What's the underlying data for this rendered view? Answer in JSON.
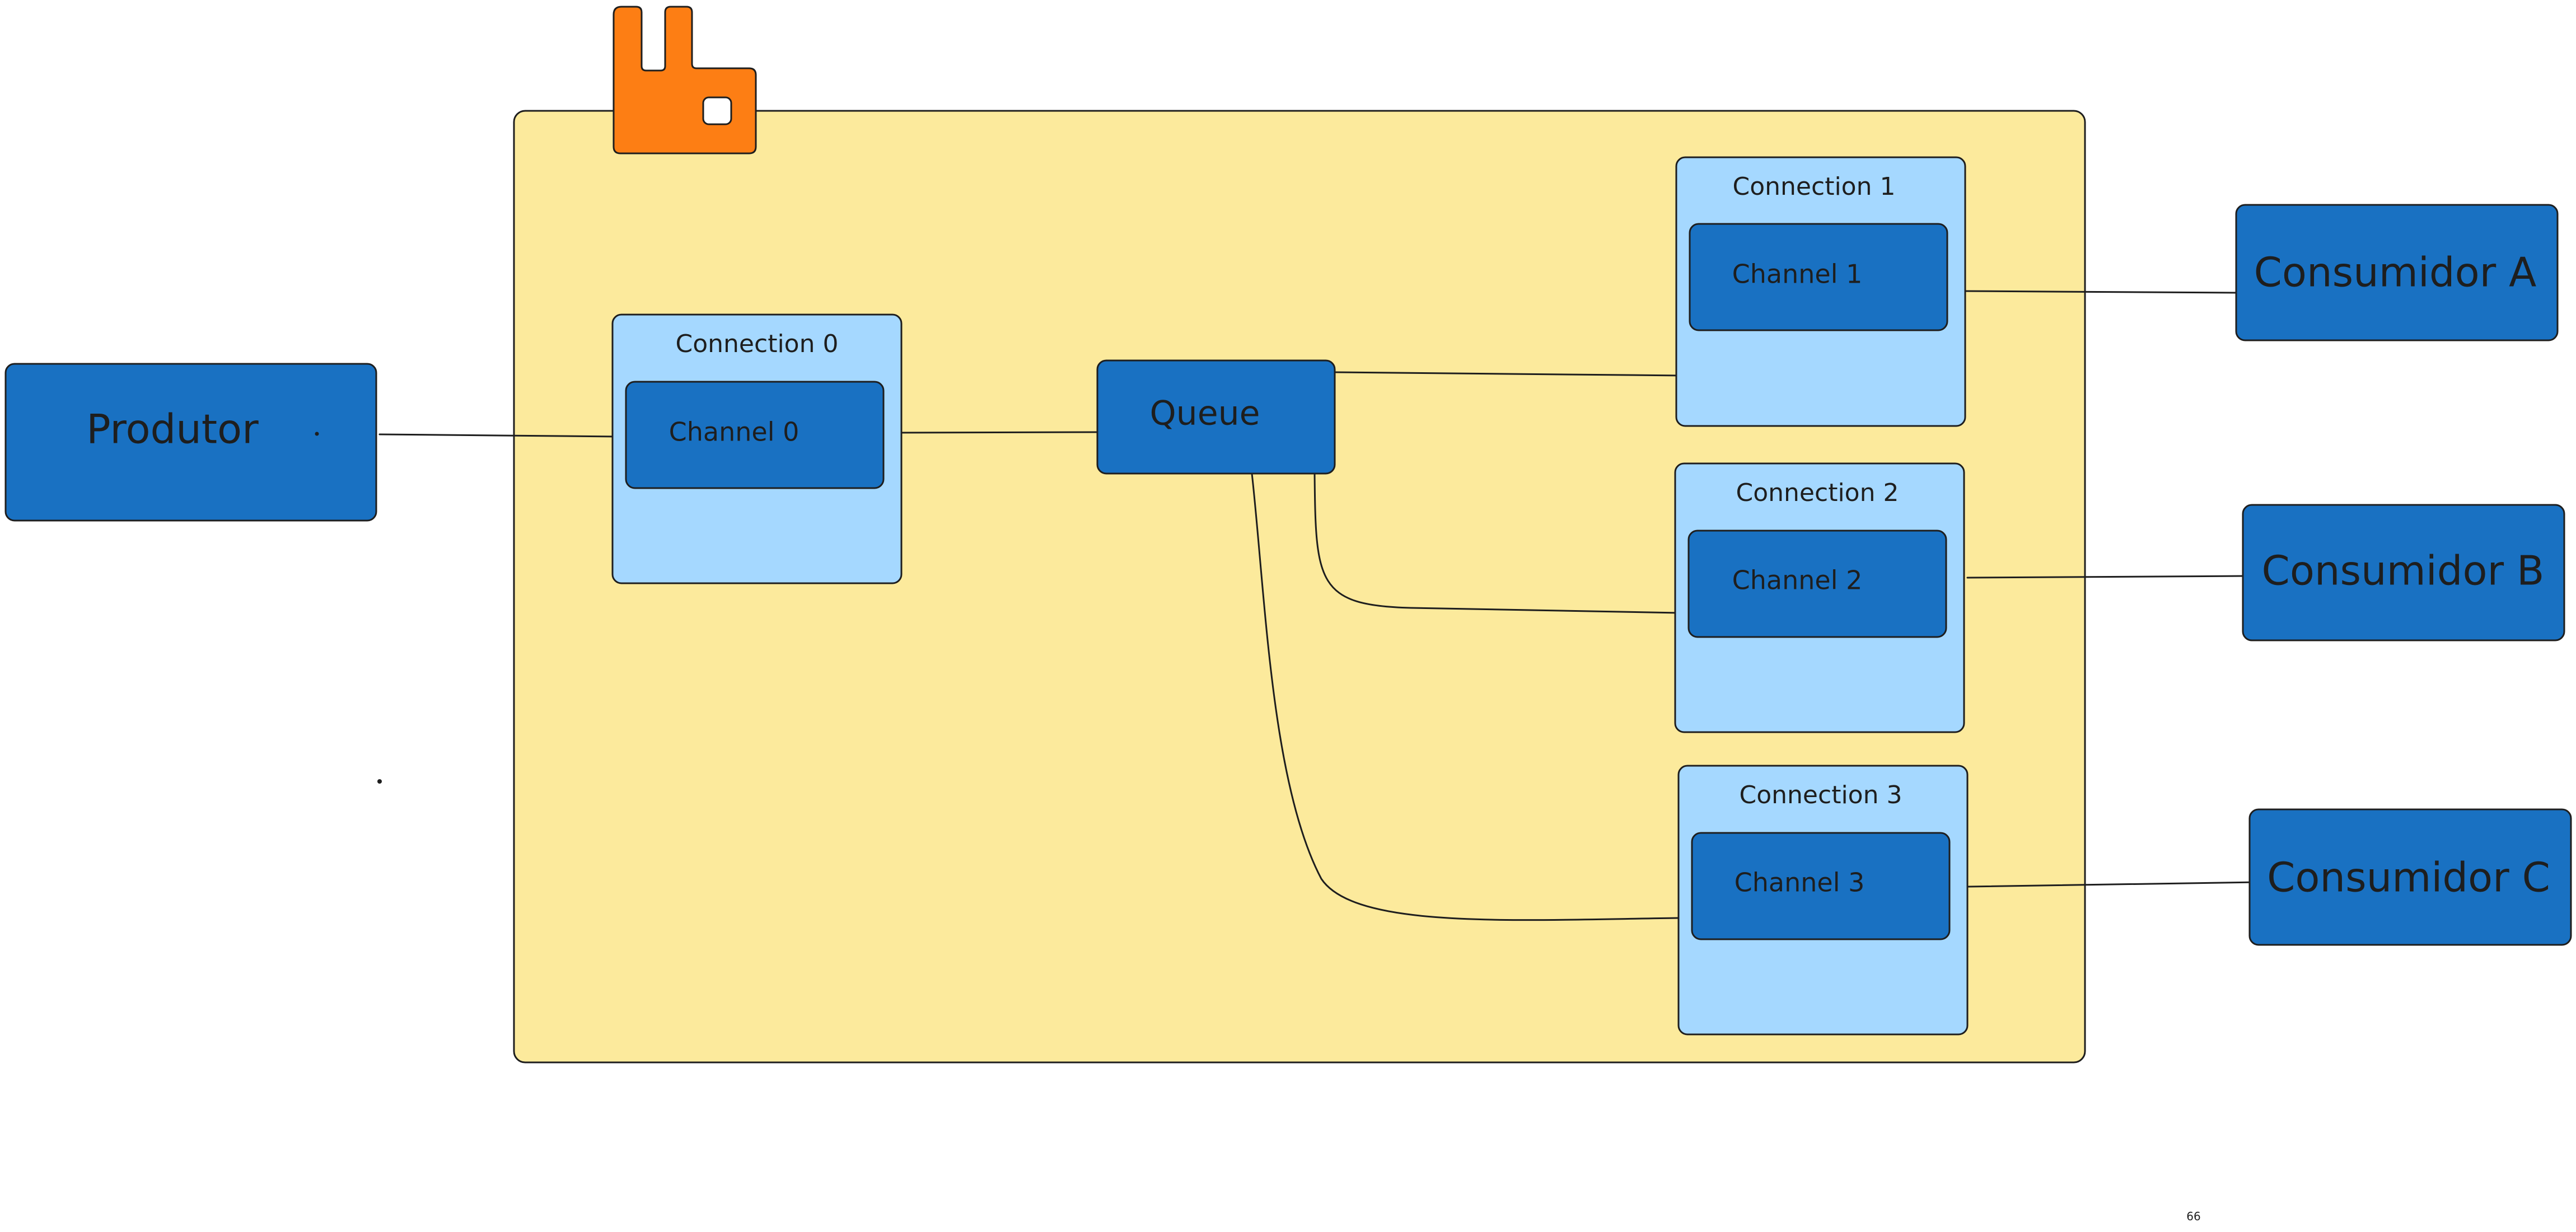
{
  "colors": {
    "broker_fill": "#fcea9c",
    "connection_fill": "#a5d8ff",
    "node_fill": "#1971c2",
    "logo_fill": "#fd7e14",
    "stroke": "#1e1e1e",
    "background": "#ffffff"
  },
  "broker": {
    "logo_icon": "rabbitmq-logo-icon"
  },
  "producer": {
    "label": "Produtor"
  },
  "queue": {
    "label": "Queue"
  },
  "connections": [
    {
      "title": "Connection 0",
      "channel": "Channel 0"
    },
    {
      "title": "Connection 1",
      "channel": "Channel 1"
    },
    {
      "title": "Connection 2",
      "channel": "Channel 2"
    },
    {
      "title": "Connection 3",
      "channel": "Channel 3"
    }
  ],
  "consumers": [
    {
      "label": "Consumidor A"
    },
    {
      "label": "Consumidor B"
    },
    {
      "label": "Consumidor C"
    }
  ],
  "stray_text": "66"
}
